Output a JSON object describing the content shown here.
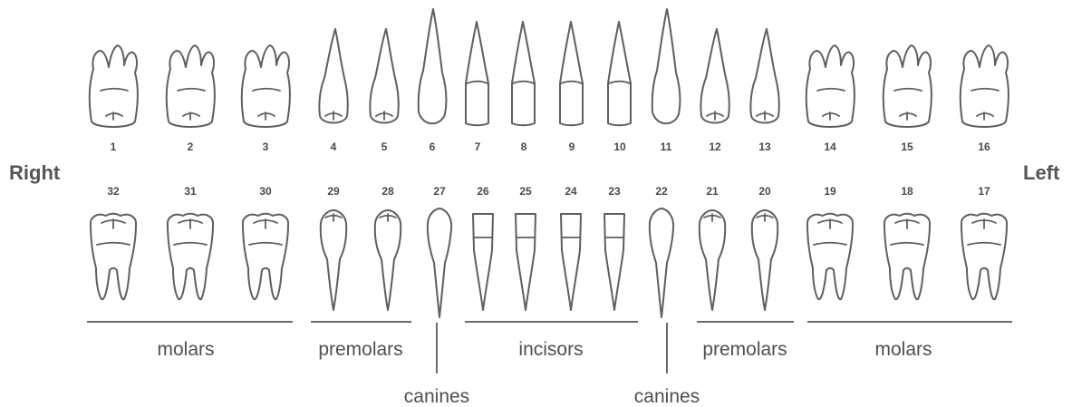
{
  "sides": {
    "right": "Right",
    "left": "Left"
  },
  "upper": [
    {
      "n": "1",
      "type": "molar"
    },
    {
      "n": "2",
      "type": "molar"
    },
    {
      "n": "3",
      "type": "molar"
    },
    {
      "n": "4",
      "type": "premolar"
    },
    {
      "n": "5",
      "type": "premolar"
    },
    {
      "n": "6",
      "type": "canine"
    },
    {
      "n": "7",
      "type": "incisor"
    },
    {
      "n": "8",
      "type": "incisor"
    },
    {
      "n": "9",
      "type": "incisor"
    },
    {
      "n": "10",
      "type": "incisor"
    },
    {
      "n": "11",
      "type": "canine"
    },
    {
      "n": "12",
      "type": "premolar"
    },
    {
      "n": "13",
      "type": "premolar"
    },
    {
      "n": "14",
      "type": "molar"
    },
    {
      "n": "15",
      "type": "molar"
    },
    {
      "n": "16",
      "type": "molar"
    }
  ],
  "lower": [
    {
      "n": "32",
      "type": "molar"
    },
    {
      "n": "31",
      "type": "molar"
    },
    {
      "n": "30",
      "type": "molar"
    },
    {
      "n": "29",
      "type": "premolar"
    },
    {
      "n": "28",
      "type": "premolar"
    },
    {
      "n": "27",
      "type": "canine"
    },
    {
      "n": "26",
      "type": "incisor"
    },
    {
      "n": "25",
      "type": "incisor"
    },
    {
      "n": "24",
      "type": "incisor"
    },
    {
      "n": "23",
      "type": "incisor"
    },
    {
      "n": "22",
      "type": "canine"
    },
    {
      "n": "21",
      "type": "premolar"
    },
    {
      "n": "20",
      "type": "premolar"
    },
    {
      "n": "19",
      "type": "molar"
    },
    {
      "n": "18",
      "type": "molar"
    },
    {
      "n": "17",
      "type": "molar"
    }
  ],
  "groups": [
    {
      "label": "molars",
      "kind": "bar"
    },
    {
      "label": "premolars",
      "kind": "bar"
    },
    {
      "label": "canines",
      "kind": "tick"
    },
    {
      "label": "incisors",
      "kind": "bar"
    },
    {
      "label": "canines",
      "kind": "tick"
    },
    {
      "label": "premolars",
      "kind": "bar"
    },
    {
      "label": "molars",
      "kind": "bar"
    }
  ],
  "colors": {
    "outline": "#5f5f5f",
    "text": "#4f4f4f",
    "background": "#ffffff"
  }
}
